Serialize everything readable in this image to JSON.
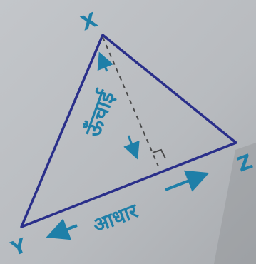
{
  "diagram": {
    "vertices": {
      "top": "X",
      "left_bottom": "Y",
      "right": "Z"
    },
    "height_label": "ऊँचाई",
    "base_label": "आधार",
    "colors": {
      "paper": "#b9bcc0",
      "triangle": "#2a2f8a",
      "ink": "#1f7fa8",
      "dashed": "#4a4a4a"
    }
  }
}
